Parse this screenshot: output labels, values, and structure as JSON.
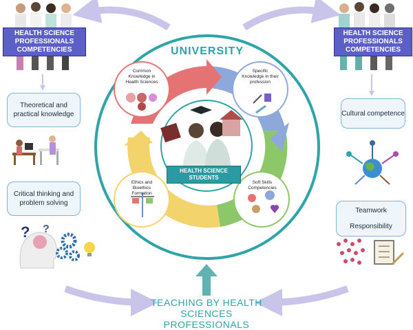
{
  "left_badge": "HEALTH SCIENCE PROFESSIONALS COMPETENCIES",
  "right_badge": "HEALTH SCIENCE PROFESSIONALS COMPETENCIES",
  "university": "UNIVERSITY",
  "center_badge": "HEALTH SCIENCE STUDENTS",
  "circles": {
    "common": "Common Knowledge in Health Sciences",
    "specific": "Specific Knowledge in their profession",
    "ethics": "Ethics and Bioethics Formation",
    "soft": "Soft Skills Competencies"
  },
  "left_pills": {
    "theory": "Theoretical and practical knowledge",
    "critical": "Critical thinking and problem solving"
  },
  "right_pills": {
    "cultural": "Cultural competence",
    "teamwork": "Teamwork",
    "responsibility": "Responsibility"
  },
  "bottom_title": "TEACHING BY HEALTH SCIENCES PROFESSIONALS",
  "colors": {
    "teal": "#2ea3a8",
    "badge": "#5b5fc7",
    "red_arc": "#e57373",
    "blue_arc": "#8fa8dc",
    "green_arc": "#8cc76a",
    "yellow_arc": "#f3d36b",
    "arrow": "#c9c4ea"
  }
}
